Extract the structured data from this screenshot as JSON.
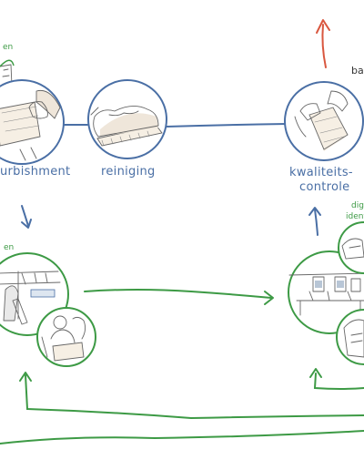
{
  "labels": {
    "top_left_fragment": "en",
    "refurbishment": "urbishment",
    "reiniging": "reiniging",
    "kwaliteits_line1": "kwaliteits-",
    "kwaliteits_line2": "controle",
    "bac_fragment": "bac",
    "mid_left_fragment": "en",
    "digi_line1": "dig",
    "digi_line2": "ident"
  },
  "colors": {
    "blue": "#4a6fa5",
    "green": "#3d9a45",
    "red": "#d9573f",
    "sketch": "#666666"
  }
}
